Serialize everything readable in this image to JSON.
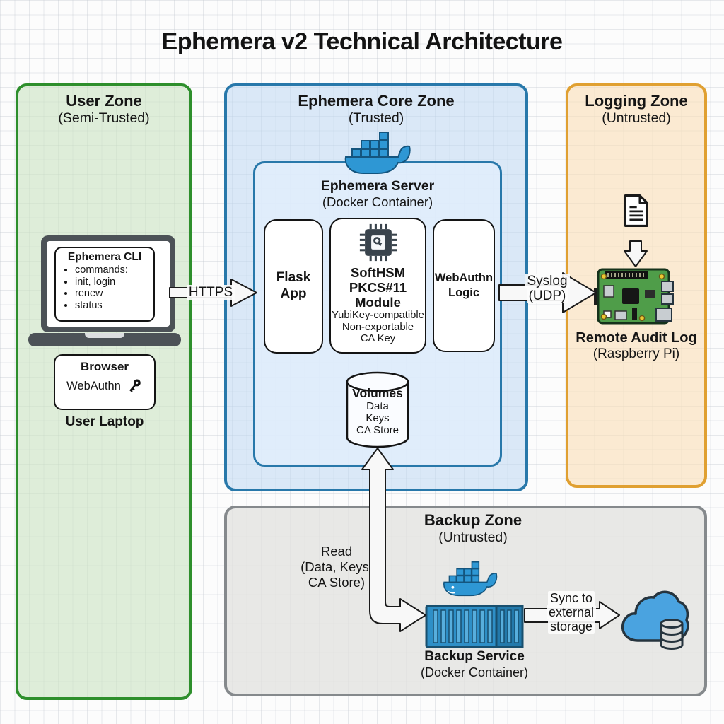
{
  "title": "Ephemera v2 Technical Architecture",
  "zones": {
    "user": {
      "title": "User Zone",
      "subtitle": "(Semi-Trusted)"
    },
    "core": {
      "title": "Ephemera Core Zone",
      "subtitle": "(Trusted)"
    },
    "logging": {
      "title": "Logging Zone",
      "subtitle": "(Untrusted)"
    },
    "backup": {
      "title": "Backup Zone",
      "subtitle": "(Untrusted)"
    }
  },
  "user_zone": {
    "cli_title": "Ephemera CLI",
    "cli_bullets": [
      "commands:",
      "init, login",
      "renew",
      "status"
    ],
    "browser_title": "Browser",
    "browser_label": "WebAuthn",
    "laptop_label": "User Laptop"
  },
  "core_zone": {
    "server_title": "Ephemera Server",
    "server_subtitle": "(Docker Container)",
    "flask_label": "Flask App",
    "hsm_title_lines": [
      "SoftHSM",
      "PKCS#11",
      "Module"
    ],
    "hsm_sub_lines": [
      "YubiKey-compatible",
      "Non-exportable",
      "CA Key"
    ],
    "webauthn_label": "WebAuthn Logic",
    "volumes_title": "Volumes",
    "volumes_items": [
      "Data",
      "Keys",
      "CA Store"
    ]
  },
  "logging_zone": {
    "device_title": "Remote Audit Log",
    "device_subtitle": "(Raspberry Pi)"
  },
  "backup_zone": {
    "service_title": "Backup Service",
    "service_subtitle": "(Docker Container)"
  },
  "connections": {
    "https_label": "HTTPS",
    "syslog_lines": [
      "Syslog",
      "(UDP)"
    ],
    "read_lines": [
      "Read",
      "(Data, Keys,",
      "CA Store)"
    ],
    "sync_lines": [
      "Sync to",
      "external",
      "storage"
    ]
  },
  "colors": {
    "user_zone_border": "#2e8f2c",
    "core_zone_border": "#2878aa",
    "logging_zone_border": "#e0a031",
    "backup_zone_border": "#85898c",
    "docker_blue": "#2e97d4",
    "pi_board_green": "#4f9d49",
    "cloud_blue": "#4aa3e0",
    "laptop_gray": "#4c5257",
    "arrow_fill": "#f8f8f8"
  },
  "icons": {
    "core_runtime": "docker-whale-icon",
    "backup_runtime": "docker-whale-icon",
    "hsm": "chip-key-icon",
    "browser_auth": "key-icon",
    "audit_log": "document-icon",
    "audit_device": "raspberry-pi-board-icon",
    "backup_service": "shipping-container-icon",
    "external_storage": "cloud-database-icon",
    "user_device": "laptop-icon",
    "volumes": "database-cylinder-icon"
  }
}
